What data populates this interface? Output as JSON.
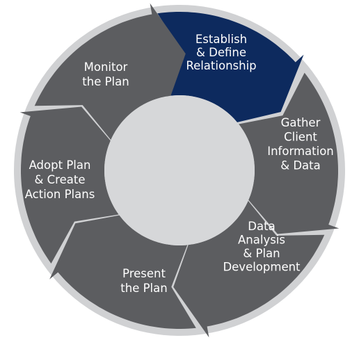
{
  "colors": {
    "ring": "#d0d1d3",
    "segment": "#5c5d60",
    "active_segment": "#0d2a5e",
    "hub": "#d6d7d9",
    "text": "#ffffff"
  },
  "segments": [
    {
      "id": "establish",
      "active": true,
      "label_lines": [
        "Establish",
        "& Define",
        "Relationship"
      ]
    },
    {
      "id": "gather",
      "active": false,
      "label_lines": [
        "Gather",
        "Client",
        "Information",
        "& Data"
      ]
    },
    {
      "id": "analysis",
      "active": false,
      "label_lines": [
        "Data",
        "Analysis",
        "& Plan",
        "Development"
      ]
    },
    {
      "id": "present",
      "active": false,
      "label_lines": [
        "Present",
        "the Plan"
      ]
    },
    {
      "id": "adopt",
      "active": false,
      "label_lines": [
        "Adopt Plan",
        "& Create",
        "Action Plans"
      ]
    },
    {
      "id": "monitor",
      "active": false,
      "label_lines": [
        "Monitor",
        "the Plan"
      ]
    }
  ]
}
